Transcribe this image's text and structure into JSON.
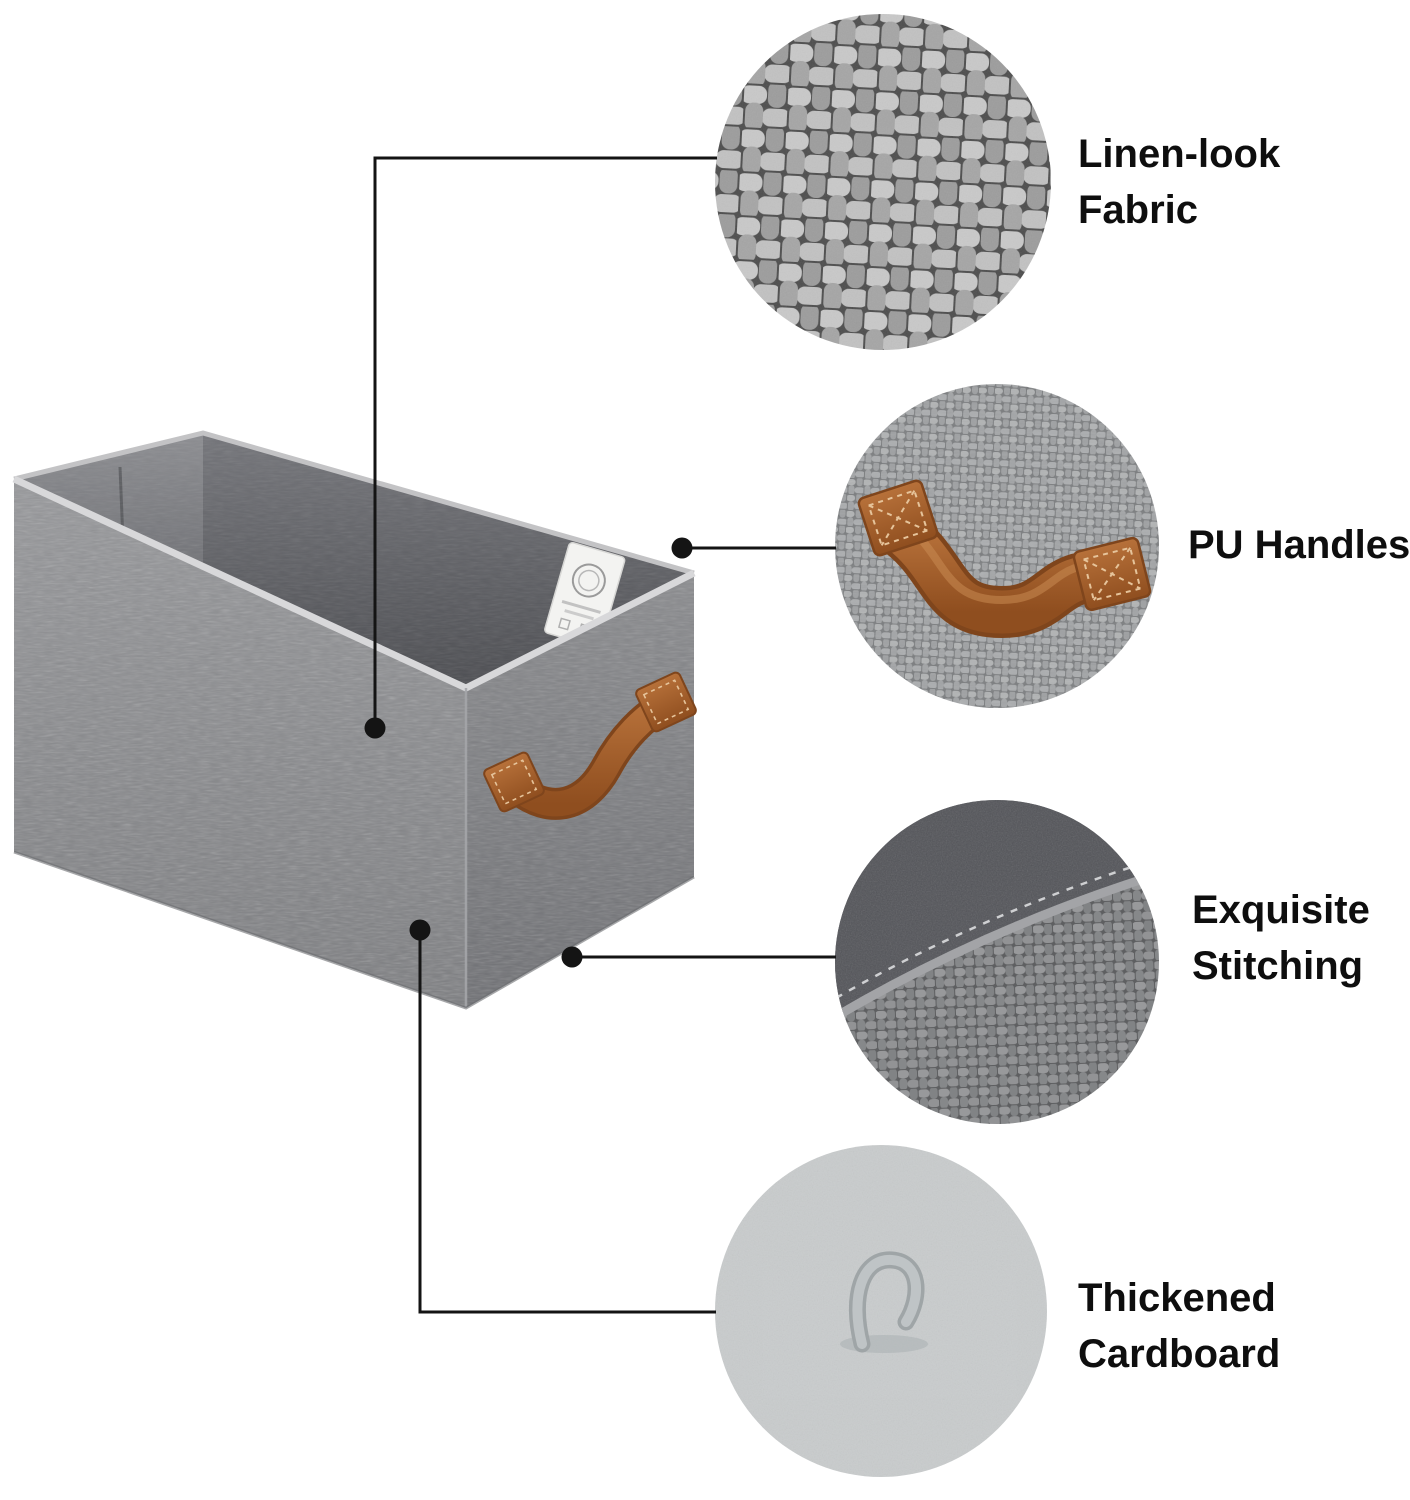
{
  "product_features": {
    "items": [
      {
        "id": "linen-look-fabric",
        "lines": [
          "Linen-look",
          "Fabric"
        ]
      },
      {
        "id": "pu-handles",
        "lines": [
          "PU Handles"
        ]
      },
      {
        "id": "exquisite-stitching",
        "lines": [
          "Exquisite",
          "Stitching"
        ]
      },
      {
        "id": "thickened-cardboard",
        "lines": [
          "Thickened",
          "Cardboard"
        ]
      }
    ]
  },
  "colors": {
    "background": "#ffffff",
    "label_text": "#0e0e0e",
    "connector": "#141414",
    "fabric_gray": "#85868a",
    "interior_gray": "#55565a",
    "leather_brown": "#a8622e",
    "cardboard_gray": "#c9cccd"
  }
}
